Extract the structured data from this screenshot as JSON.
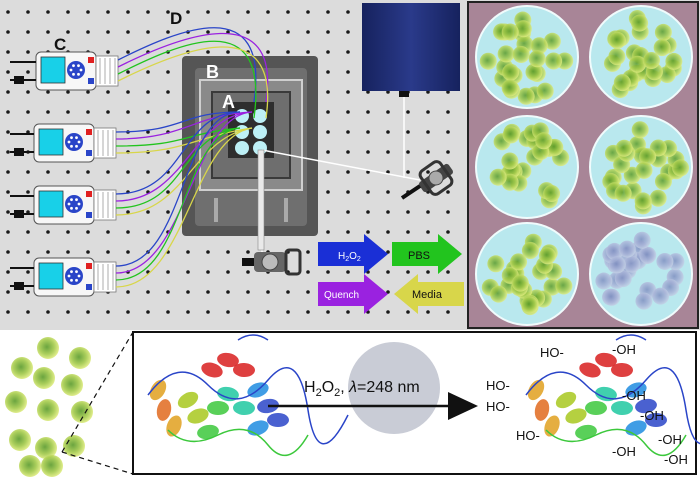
{
  "labels": {
    "A": "A",
    "B": "B",
    "C": "C",
    "D": "D"
  },
  "arrows": {
    "h2o2_main": "H",
    "h2o2_sub": "2",
    "h2o2_end": "O",
    "h2o2_sub2": "2",
    "pbs": "PBS",
    "quench": "Quench",
    "media": "Media"
  },
  "reaction": {
    "reagent_prefix": "H",
    "reagent_sub1": "2",
    "reagent_mid": "O",
    "reagent_sub2": "2",
    "reagent_suffix": ", ",
    "lambda_symbol": "λ",
    "wavelength": "=248 nm",
    "oh_labels": [
      "HO",
      "OH",
      "HO",
      "HO",
      "OH",
      "OH",
      "HO",
      "OH",
      "OH",
      "OH"
    ]
  },
  "colors": {
    "breadboard": "#dcdcdc",
    "well_panel": "#a88597",
    "detector": "#1b2a6e",
    "arrow_h2o2": "#1a2fd6",
    "arrow_pbs": "#22c41e",
    "arrow_quench": "#9a22e0",
    "arrow_media": "#d8d64a",
    "well": "#b9e8ee",
    "cell": "#8fc43a"
  }
}
